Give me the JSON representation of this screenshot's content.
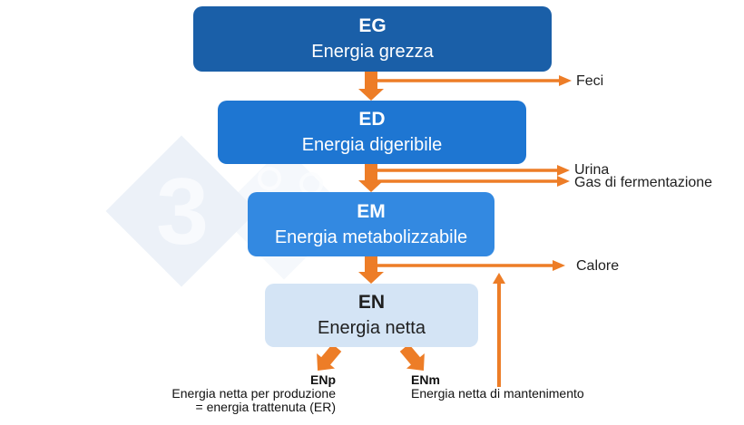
{
  "diagram": {
    "watermark": {
      "text": "3"
    },
    "boxes": [
      {
        "id": "eg",
        "code": "EG",
        "label": "Energia grezza"
      },
      {
        "id": "ed",
        "code": "ED",
        "label": "Energia digeribile"
      },
      {
        "id": "em",
        "code": "EM",
        "label": "Energia metabolizzabile"
      },
      {
        "id": "en",
        "code": "EN",
        "label": "Energia netta"
      }
    ],
    "losses": [
      {
        "label": "Feci"
      },
      {
        "label": "Urina"
      },
      {
        "label": "Gas di fermentazione"
      },
      {
        "label": "Calore"
      }
    ],
    "outputs": {
      "enp": {
        "code": "ENp",
        "line1": "Energia netta per produzione",
        "line2": "= energia trattenuta (ER)"
      },
      "enm": {
        "code": "ENm",
        "line1": "Energia netta di mantenimento"
      }
    },
    "colors": {
      "box_eg": "#1A5FA8",
      "box_ed": "#1E76D2",
      "box_em": "#3389E1",
      "box_en": "#D4E4F5",
      "arrow": "#ED7D27",
      "watermark": "#ECF1F8"
    }
  }
}
